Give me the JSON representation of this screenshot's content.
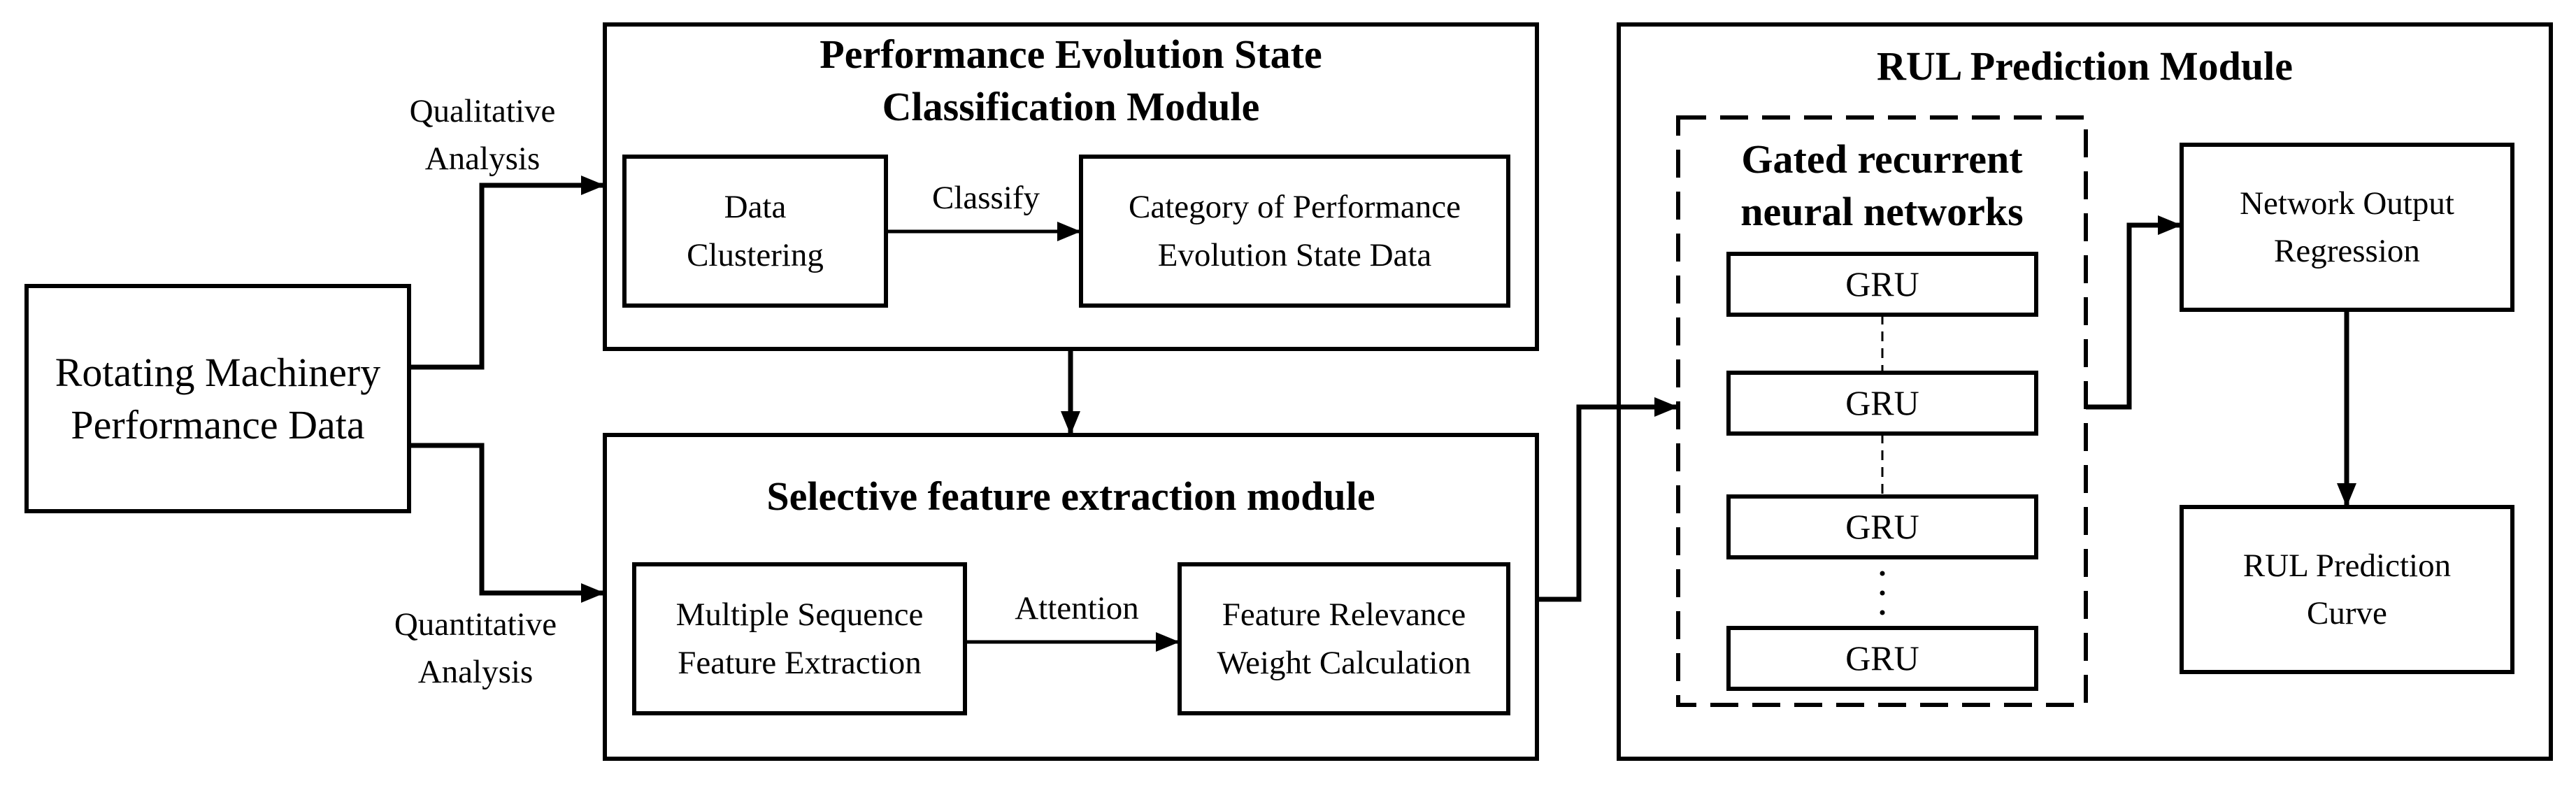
{
  "diagram": {
    "inputs": {
      "rotating_data": "Rotating Machinery\nPerformance Data"
    },
    "edge_labels": {
      "qualitative": "Qualitative\nAnalysis",
      "quantitative": "Quantitative\nAnalysis",
      "classify": "Classify",
      "attention": "Attention"
    },
    "classification_module": {
      "title": "Performance Evolution State\nClassification Module",
      "data_clustering": "Data\nClustering",
      "category": "Category of Performance\nEvolution State Data"
    },
    "feature_module": {
      "title": "Selective feature extraction module",
      "multi_seq": "Multiple Sequence\nFeature Extraction",
      "weight_calc": "Feature Relevance\nWeight Calculation"
    },
    "rul_module": {
      "title": "RUL Prediction Module",
      "gru_group_title": "Gated recurrent\nneural networks",
      "gru_units": [
        "GRU",
        "GRU",
        "GRU",
        "GRU"
      ],
      "network_output": "Network Output\nRegression",
      "rul_curve": "RUL Prediction\nCurve"
    }
  }
}
